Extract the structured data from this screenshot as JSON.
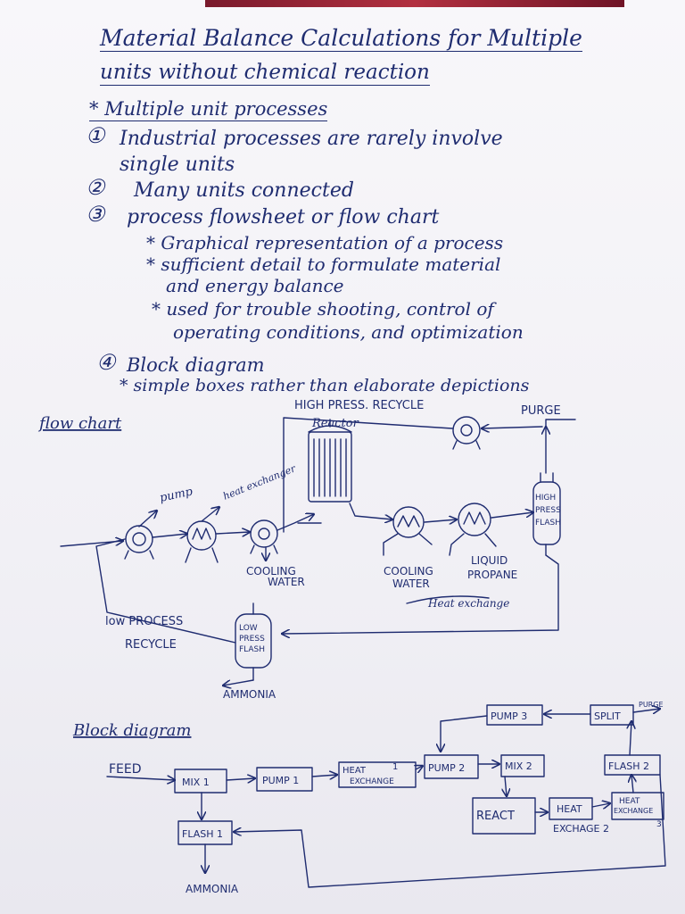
{
  "notes": {
    "title_line1": "Material Balance Calculations for Multiple",
    "title_line2": "units without chemical reaction",
    "heading": "* Multiple unit processes",
    "p1_num": "①",
    "p1_line1": "Industrial processes are rarely involve",
    "p1_line2": "single units",
    "p2_num": "②",
    "p2_text": "Many units connected",
    "p3_num": "③",
    "p3_text": "process flowsheet or flow chart",
    "p3_b1": "* Graphical representation of a process",
    "p3_b2_line1": "* sufficient detail to formulate material",
    "p3_b2_line2": "and energy balance",
    "p3_b3_line1": "* used for trouble shooting, control of",
    "p3_b3_line2": "operating conditions, and optimization",
    "p4_num": "④",
    "p4_text": "Block diagram",
    "p4_b1": "* simple boxes rather than elaborate depictions"
  },
  "flow_chart": {
    "label": "flow chart",
    "high_press_recycle": "HIGH PRESS. RECYCLE",
    "purge": "PURGE",
    "reactor": "Reactor",
    "pump": "pump",
    "heat_exchanger": "heat exchanger",
    "high_press_flash": [
      "HIGH",
      "PRESS",
      "FLASH"
    ],
    "cooling_water_1": [
      "COOLING",
      "WATER"
    ],
    "cooling_water_2": [
      "COOLING",
      "WATER"
    ],
    "liquid_propane": [
      "LIQUID",
      "PROPANE"
    ],
    "heat_exchange": "Heat exchange",
    "low_process_recycle": [
      "low PROCESS",
      "RECYCLE"
    ],
    "low_press_flash": [
      "LOW",
      "PRESS",
      "FLASH"
    ],
    "ammonia": "AMMONIA"
  },
  "block_diagram": {
    "label": "Block diagram",
    "feed": "FEED",
    "mix1": "MIX 1",
    "pump1": "PUMP 1",
    "heat_exchange1": [
      "HEAT",
      "EXCHANGE",
      "1"
    ],
    "pump2": "PUMP 2",
    "mix2": "MIX 2",
    "pump3": "PUMP 3",
    "split": "SPLIT",
    "purge": "PURGE",
    "flash2": "FLASH 2",
    "react": "REACT",
    "heat_exchange2": [
      "HEAT",
      "EXCHAGE 2"
    ],
    "heat_exchange3": [
      "HEAT",
      "EXCHANGE",
      "3"
    ],
    "flash1": "FLASH 1",
    "ammonia": "AMMONIA"
  },
  "colors": {
    "ink": "#1f2c70",
    "paper": "#f4f3f6",
    "edge": "#9b2436"
  }
}
